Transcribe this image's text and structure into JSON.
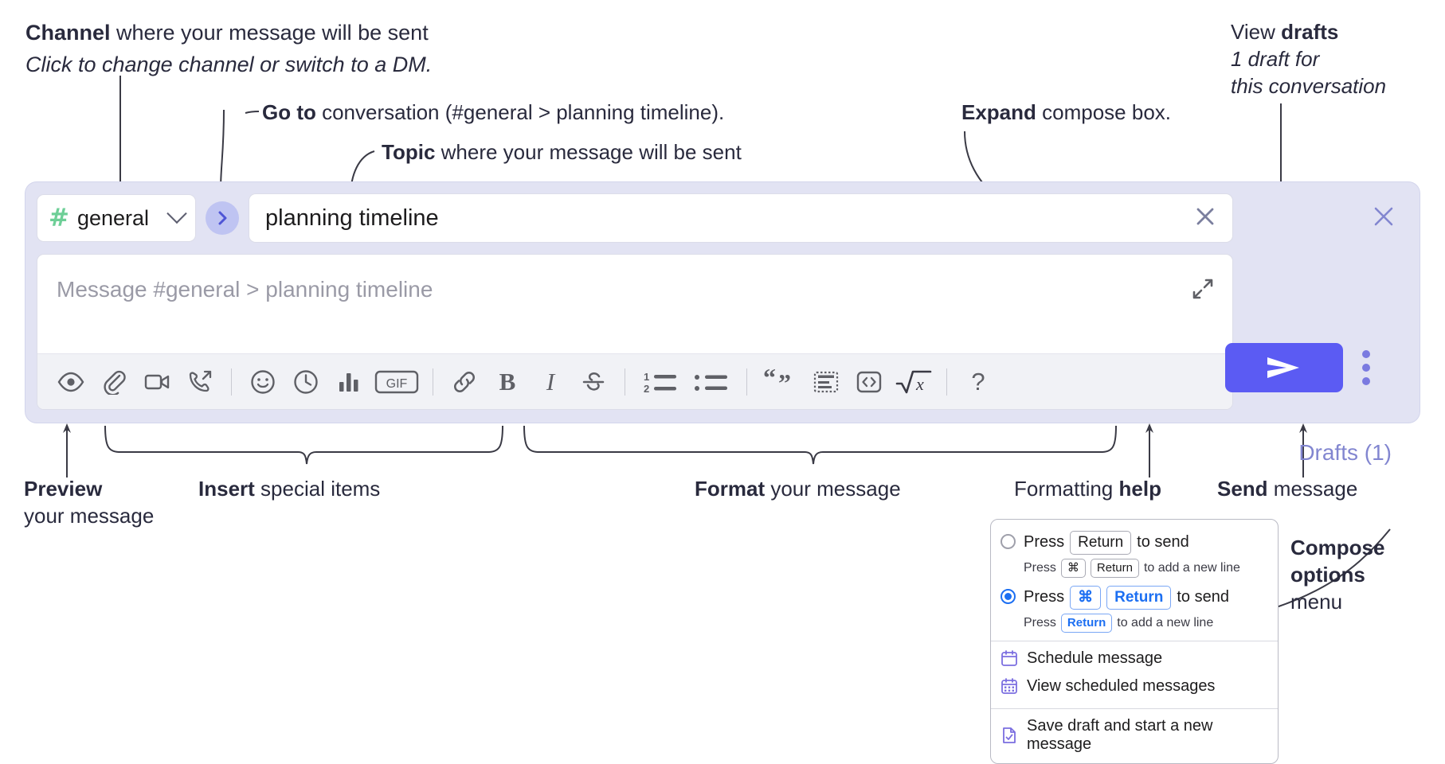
{
  "annotations": {
    "channel": {
      "bold": "Channel",
      "rest": " where your message will be sent",
      "italic": "Click to change channel or switch to a DM."
    },
    "goto": {
      "bold": "Go to",
      "rest": " conversation (#general > planning timeline)."
    },
    "topic": {
      "bold": "Topic",
      "rest": " where your message will be sent"
    },
    "expand": {
      "bold": "Expand",
      "rest": " compose box."
    },
    "drafts": {
      "pre": "View ",
      "bold": "drafts",
      "line2": "1 draft for",
      "line3": "this conversation"
    },
    "preview": {
      "bold": "Preview",
      "line2": "your message"
    },
    "insert": {
      "bold": "Insert",
      "rest": " special items"
    },
    "format": {
      "bold": "Format",
      "rest": " your message"
    },
    "help": {
      "pre": "Formatting ",
      "bold": "help"
    },
    "send": {
      "bold": "Send",
      "rest": " message"
    },
    "compose_options": {
      "bold1": "Compose",
      "bold2": "options",
      "rest": "menu"
    }
  },
  "compose": {
    "channel": {
      "hash": "#",
      "name": "general",
      "dropdown_icon": "chevron-down-icon"
    },
    "goto_button_icon": "chevron-right-icon",
    "topic": {
      "value": "planning timeline",
      "clear_icon": "close-icon"
    },
    "message": {
      "placeholder": "Message #general > planning timeline",
      "expand_icon": "expand-icon"
    },
    "toolbar": [
      {
        "name": "preview-icon",
        "label": "Preview"
      },
      {
        "name": "attachment-icon",
        "label": "Attach file"
      },
      {
        "name": "video-icon",
        "label": "Record video clip"
      },
      {
        "name": "huddle-icon",
        "label": "Start a call"
      },
      {
        "name": "divider",
        "label": ""
      },
      {
        "name": "emoji-icon",
        "label": "Emoji"
      },
      {
        "name": "clock-icon",
        "label": "Reminder"
      },
      {
        "name": "poll-icon",
        "label": "Poll"
      },
      {
        "name": "gif-icon",
        "label": "GIF"
      },
      {
        "name": "divider",
        "label": ""
      },
      {
        "name": "link-icon",
        "label": "Link"
      },
      {
        "name": "bold-icon",
        "label": "B"
      },
      {
        "name": "italic-icon",
        "label": "I"
      },
      {
        "name": "strikethrough-icon",
        "label": "S"
      },
      {
        "name": "divider",
        "label": ""
      },
      {
        "name": "ordered-list-icon",
        "label": "Ordered list"
      },
      {
        "name": "bullet-list-icon",
        "label": "Bulleted list"
      },
      {
        "name": "divider",
        "label": ""
      },
      {
        "name": "blockquote-icon",
        "label": "Blockquote"
      },
      {
        "name": "code-block-icon",
        "label": "Code block"
      },
      {
        "name": "code-icon",
        "label": "Code"
      },
      {
        "name": "math-icon",
        "label": "Math"
      },
      {
        "name": "divider",
        "label": ""
      },
      {
        "name": "help-icon",
        "label": "?"
      }
    ],
    "send_button_icon": "send-icon",
    "options_menu_icon": "kebab-menu-icon",
    "close_icon": "close-icon",
    "drafts_link": "Drafts (1)"
  },
  "menu": {
    "options": [
      {
        "selected": false,
        "main_pre": "Press",
        "main_key": "Return",
        "main_post": "to send",
        "sub_pre": "Press",
        "sub_key1": "⌘",
        "sub_key2": "Return",
        "sub_post": "to add a new line"
      },
      {
        "selected": true,
        "main_pre": "Press",
        "main_key1": "⌘",
        "main_key2": "Return",
        "main_post": "to send",
        "sub_pre": "Press",
        "sub_key": "Return",
        "sub_post": "to add a new line"
      }
    ],
    "items": [
      {
        "icon": "calendar-icon",
        "label": "Schedule message"
      },
      {
        "icon": "calendar-grid-icon",
        "label": "View scheduled messages"
      },
      {
        "icon": "save-draft-icon",
        "label": "Save draft and start a new message"
      }
    ]
  },
  "colors": {
    "panel_bg": "#e2e3f3",
    "send_button": "#5b5bf3",
    "hash_green": "#6ecf97",
    "drafts_purple": "#8286d0",
    "radio_blue": "#1c6ff2",
    "menu_icon_purple": "#7b6ee0"
  }
}
